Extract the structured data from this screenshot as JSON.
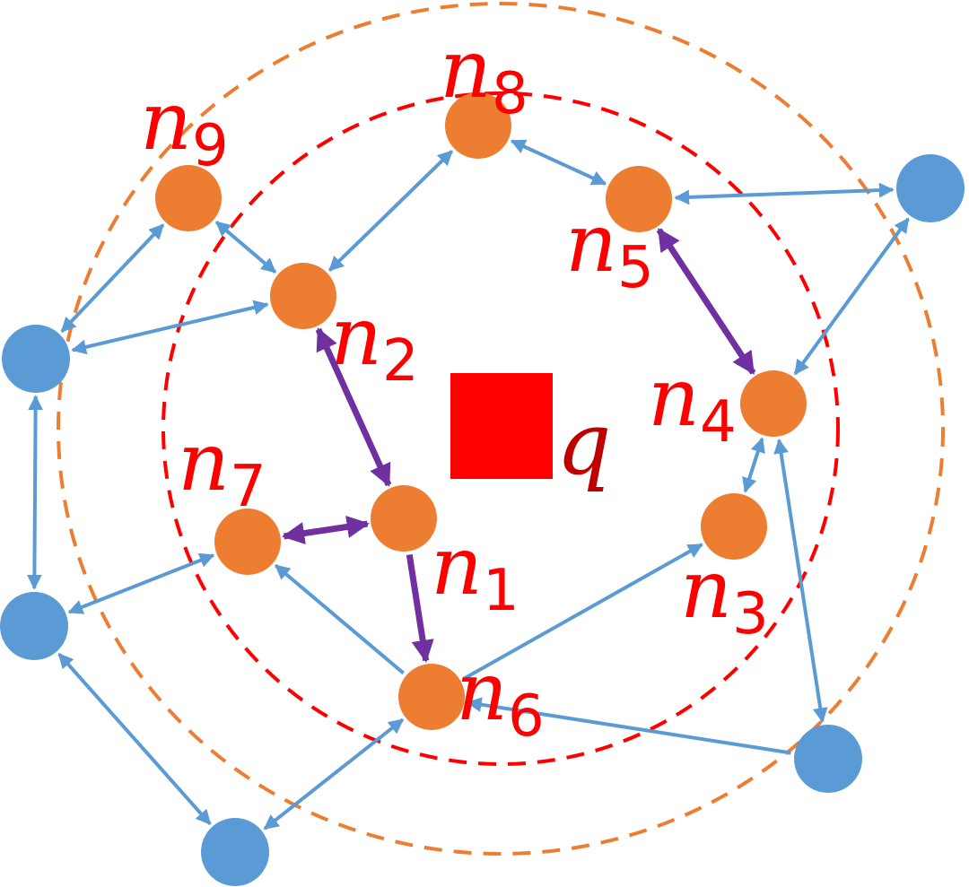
{
  "colors": {
    "orange_node": "#ed7d31",
    "blue_node": "#5b9bd5",
    "query": "#ff0000",
    "label": "#ff0000",
    "q_label": "#c00000",
    "inner_ring": "#ff0000",
    "outer_ring": "#ed7d31",
    "blue_edge": "#5b9bd5",
    "purple_edge": "#7030a0"
  },
  "query": {
    "label": "q"
  },
  "nodes": [
    {
      "id": "n1",
      "base": "n",
      "sub": "1",
      "kind": "candidate"
    },
    {
      "id": "n2",
      "base": "n",
      "sub": "2",
      "kind": "candidate"
    },
    {
      "id": "n3",
      "base": "n",
      "sub": "3",
      "kind": "candidate"
    },
    {
      "id": "n4",
      "base": "n",
      "sub": "4",
      "kind": "candidate"
    },
    {
      "id": "n5",
      "base": "n",
      "sub": "5",
      "kind": "candidate"
    },
    {
      "id": "n6",
      "base": "n",
      "sub": "6",
      "kind": "candidate"
    },
    {
      "id": "n7",
      "base": "n",
      "sub": "7",
      "kind": "candidate"
    },
    {
      "id": "n8",
      "base": "n",
      "sub": "8",
      "kind": "candidate"
    },
    {
      "id": "n9",
      "base": "n",
      "sub": "9",
      "kind": "candidate"
    },
    {
      "id": "b1",
      "base": "",
      "sub": "",
      "kind": "outer"
    },
    {
      "id": "b2",
      "base": "",
      "sub": "",
      "kind": "outer"
    },
    {
      "id": "b3",
      "base": "",
      "sub": "",
      "kind": "outer"
    },
    {
      "id": "b4",
      "base": "",
      "sub": "",
      "kind": "outer"
    },
    {
      "id": "b5",
      "base": "",
      "sub": "",
      "kind": "outer"
    }
  ],
  "edges": [
    {
      "from": "n2",
      "to": "n1",
      "style": "search-path",
      "dir": "both"
    },
    {
      "from": "n1",
      "to": "n7",
      "style": "search-path",
      "dir": "both"
    },
    {
      "from": "n1",
      "to": "n6",
      "style": "search-path",
      "dir": "forward"
    },
    {
      "from": "n5",
      "to": "n4",
      "style": "search-path",
      "dir": "both"
    },
    {
      "from": "n8",
      "to": "n2",
      "style": "graph",
      "dir": "both"
    },
    {
      "from": "n8",
      "to": "n5",
      "style": "graph",
      "dir": "both"
    },
    {
      "from": "n9",
      "to": "n2",
      "style": "graph",
      "dir": "both"
    },
    {
      "from": "n9",
      "to": "b1",
      "style": "graph",
      "dir": "both"
    },
    {
      "from": "b1",
      "to": "n2",
      "style": "graph",
      "dir": "both"
    },
    {
      "from": "b1",
      "to": "b2",
      "style": "graph",
      "dir": "both"
    },
    {
      "from": "n7",
      "to": "b2",
      "style": "graph",
      "dir": "both"
    },
    {
      "from": "b2",
      "to": "b3",
      "style": "graph",
      "dir": "both"
    },
    {
      "from": "b3",
      "to": "n6",
      "style": "graph",
      "dir": "both"
    },
    {
      "from": "n6",
      "to": "n7",
      "style": "graph",
      "dir": "forward"
    },
    {
      "from": "n6",
      "to": "n3",
      "style": "graph",
      "dir": "forward"
    },
    {
      "from": "b5",
      "to": "n6",
      "style": "graph",
      "dir": "forward"
    },
    {
      "from": "n4",
      "to": "b5",
      "style": "graph",
      "dir": "both"
    },
    {
      "from": "n4",
      "to": "n3",
      "style": "graph",
      "dir": "both"
    },
    {
      "from": "b4",
      "to": "n4",
      "style": "graph",
      "dir": "both"
    },
    {
      "from": "n5",
      "to": "b4",
      "style": "graph",
      "dir": "both"
    }
  ]
}
